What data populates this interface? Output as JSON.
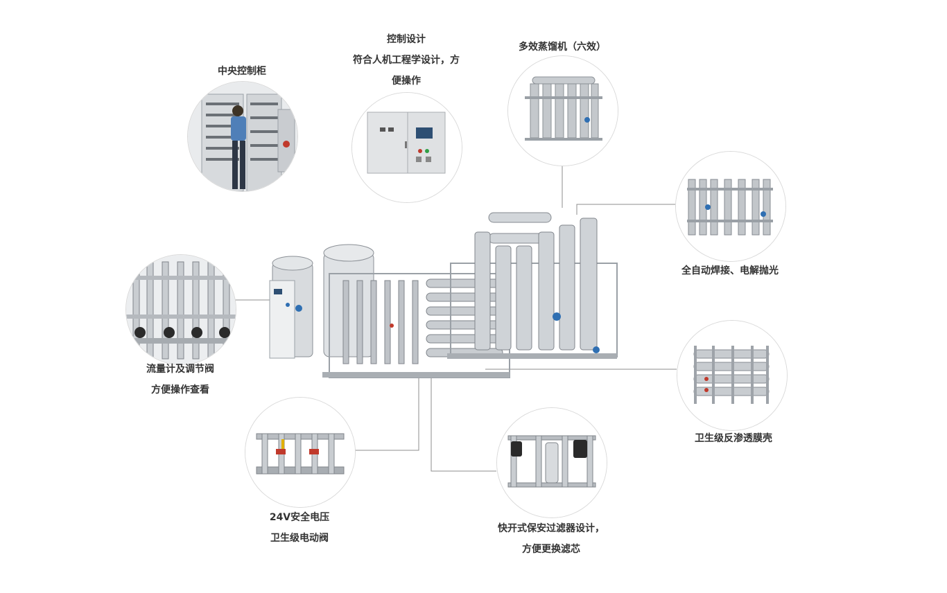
{
  "callouts": {
    "central_cabinet": {
      "lines": [
        "中央控制柜"
      ]
    },
    "control_design": {
      "lines": [
        "控制设计",
        "符合人机工程学设计，方",
        "便操作"
      ]
    },
    "distiller": {
      "lines": [
        "多效蒸馏机（六效）"
      ]
    },
    "welding": {
      "lines": [
        "全自动焊接、电解抛光"
      ]
    },
    "flowmeter": {
      "lines": [
        "流量计及调节阀",
        "方便操作查看"
      ]
    },
    "ro_shell": {
      "lines": [
        "卫生级反渗透膜壳"
      ]
    },
    "valve_24v": {
      "lines": [
        "24V安全电压",
        "卫生级电动阀"
      ]
    },
    "filter": {
      "lines": [
        "快开式保安过滤器设计，",
        "方便更换滤芯"
      ]
    }
  },
  "colors": {
    "text": "#333333",
    "circle_border": "#d9d9d9",
    "line": "#8c8c8c",
    "steel_light": "#e4e6e8",
    "steel_mid": "#b9bdc2",
    "steel_dark": "#7d8288",
    "accent_blue": "#2f6fb2",
    "accent_red": "#c0392b"
  }
}
